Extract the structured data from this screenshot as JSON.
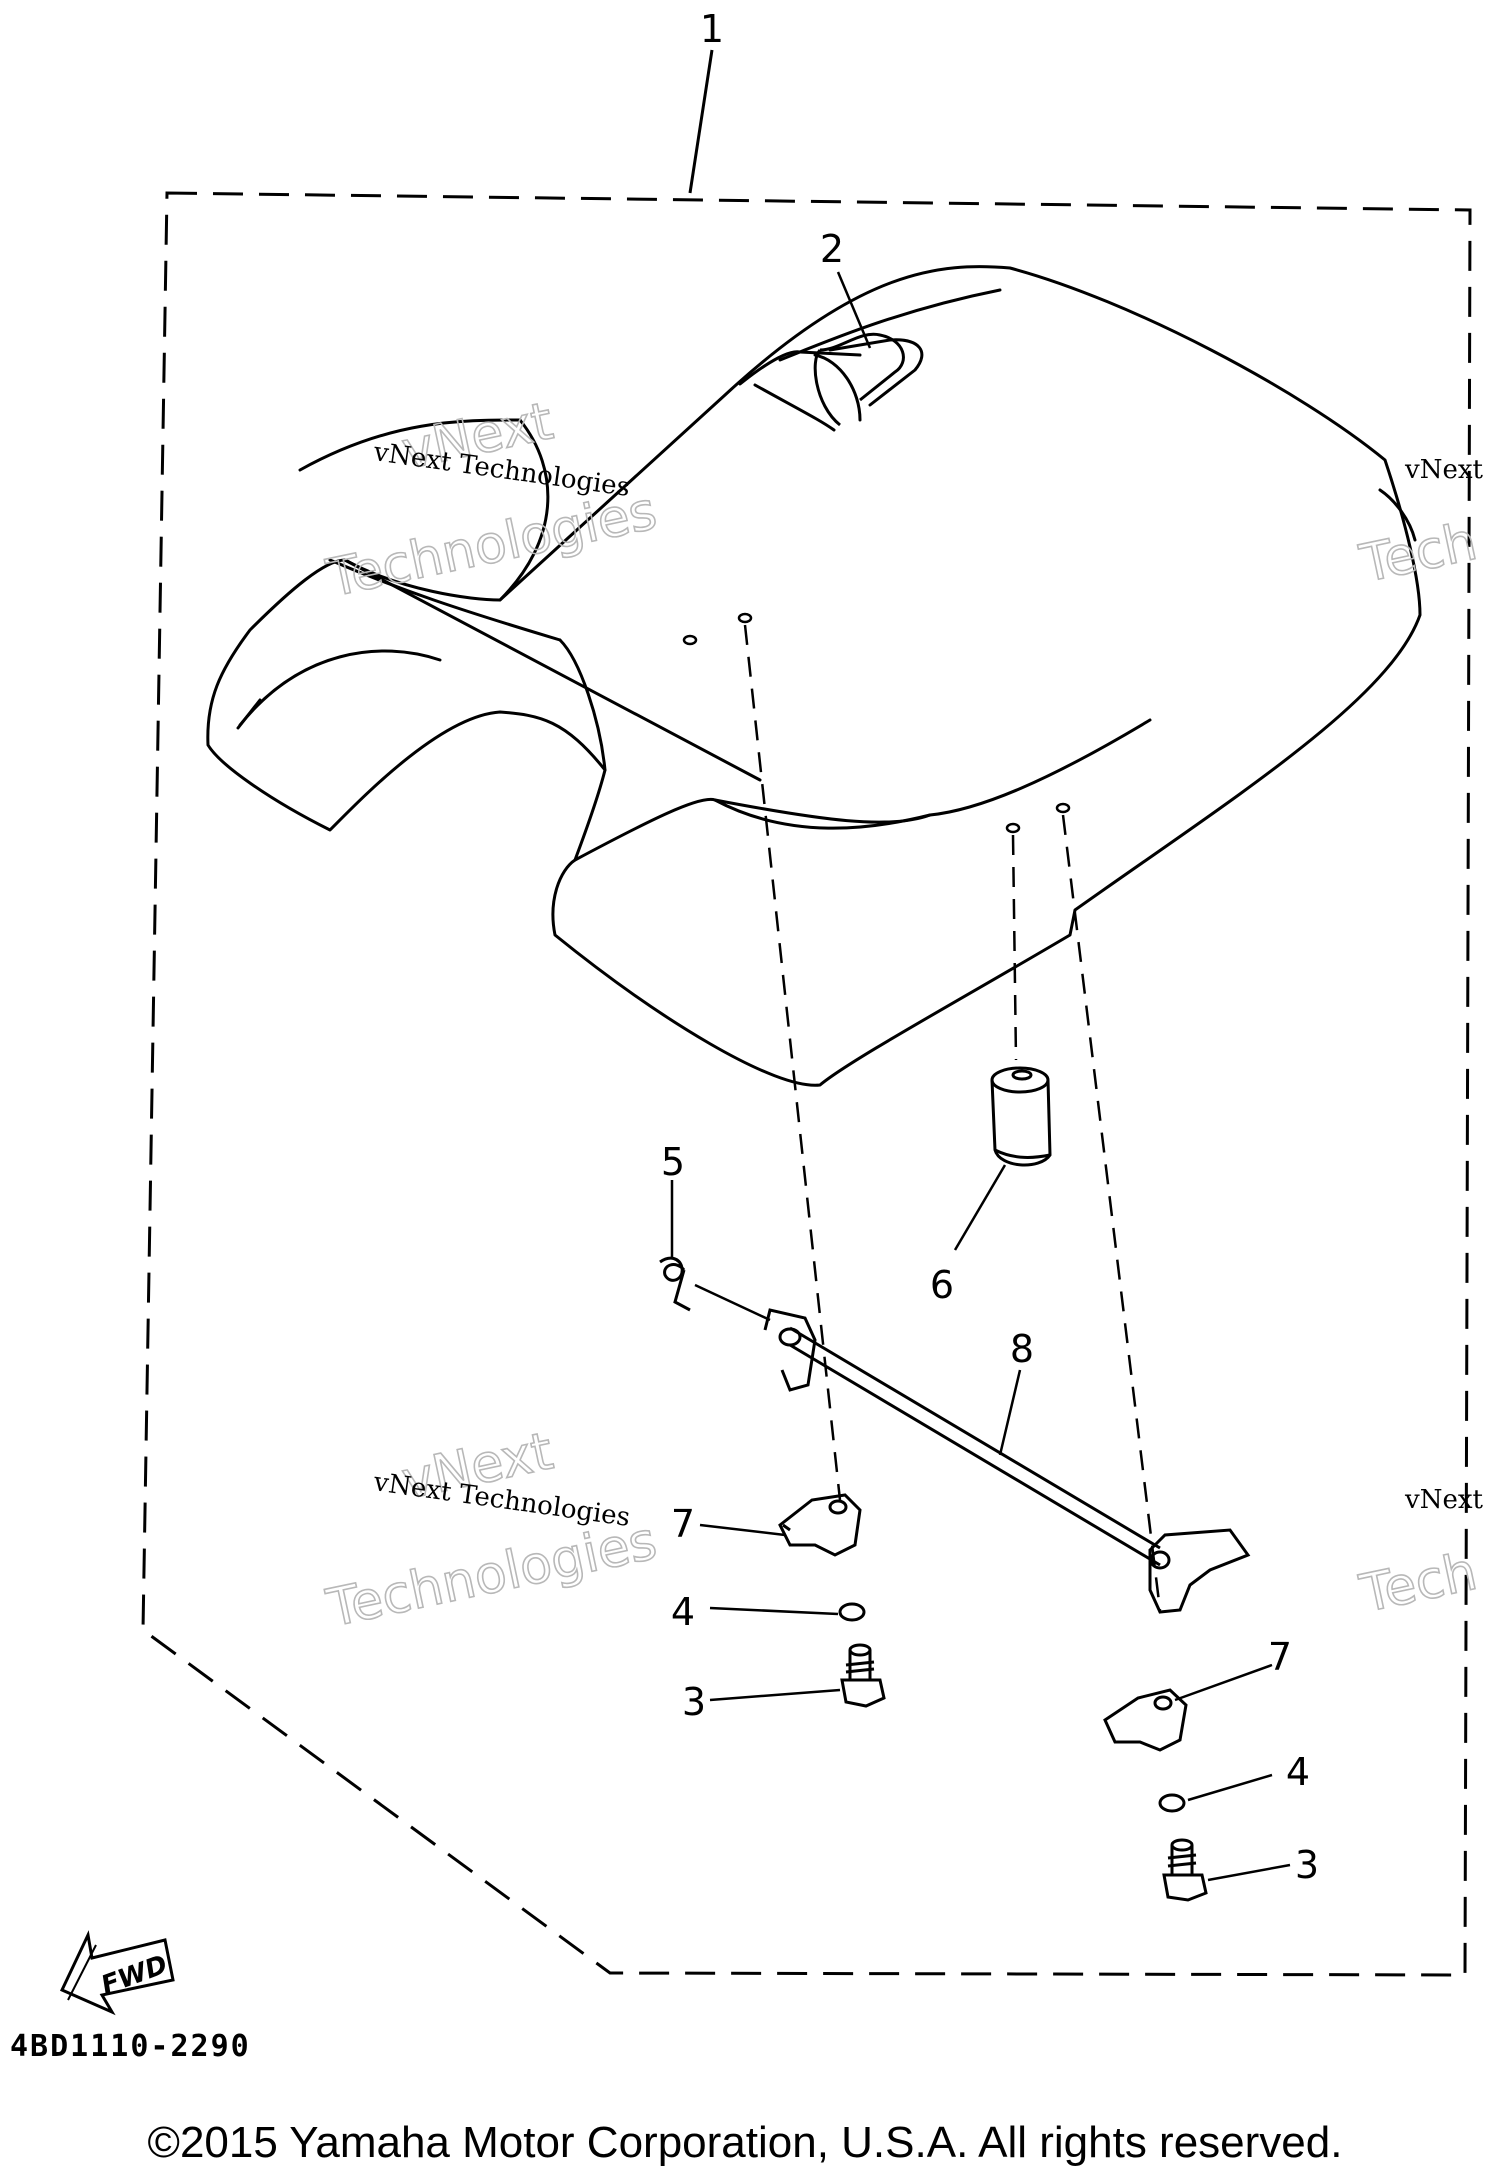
{
  "diagram": {
    "callouts": [
      {
        "id": "1",
        "label": "1"
      },
      {
        "id": "2",
        "label": "2"
      },
      {
        "id": "3a",
        "label": "3"
      },
      {
        "id": "3b",
        "label": "3"
      },
      {
        "id": "4a",
        "label": "4"
      },
      {
        "id": "4b",
        "label": "4"
      },
      {
        "id": "5",
        "label": "5"
      },
      {
        "id": "6",
        "label": "6"
      },
      {
        "id": "7a",
        "label": "7"
      },
      {
        "id": "7b",
        "label": "7"
      },
      {
        "id": "8",
        "label": "8"
      }
    ],
    "fwd_label": "FWD",
    "part_code": "4BD1110-2290",
    "watermark": {
      "small": "vNext Technologies",
      "big_top": "vNext",
      "big_bottom": "Technologies",
      "edge_small": "vNext",
      "edge_big": "Tech"
    }
  },
  "footer": {
    "copyright": "©2015 Yamaha Motor Corporation, U.S.A. All rights reserved."
  },
  "colors": {
    "line": "#000000",
    "background": "#ffffff",
    "watermark_outline": "#b8b8b8"
  }
}
